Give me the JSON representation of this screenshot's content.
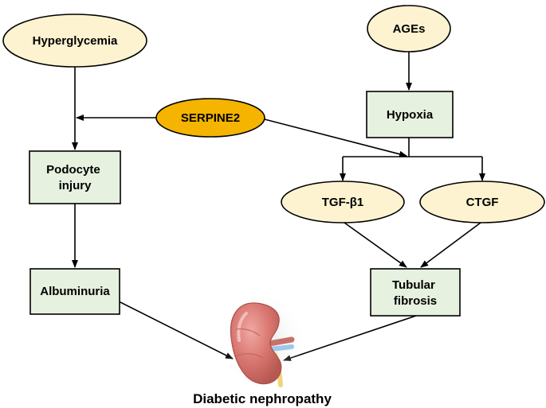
{
  "colors": {
    "ellipse_fill": "#fdf3d0",
    "box_fill": "#e6f1df",
    "highlight_fill": "#f4b400",
    "stroke": "#000000"
  },
  "nodes": {
    "hyperglycemia": "Hyperglycemia",
    "ages": "AGEs",
    "serpine2": "SERPINE2",
    "hypoxia": "Hypoxia",
    "podocyte_injury": [
      "Podocyte",
      "injury"
    ],
    "tgf_b1": "TGF-β1",
    "ctgf": "CTGF",
    "albuminuria": "Albuminuria",
    "tubular_fibrosis": [
      "Tubular",
      "fibrosis"
    ]
  },
  "illustration": {
    "icon": "kidney-icon"
  },
  "caption": "Diabetic nephropathy"
}
